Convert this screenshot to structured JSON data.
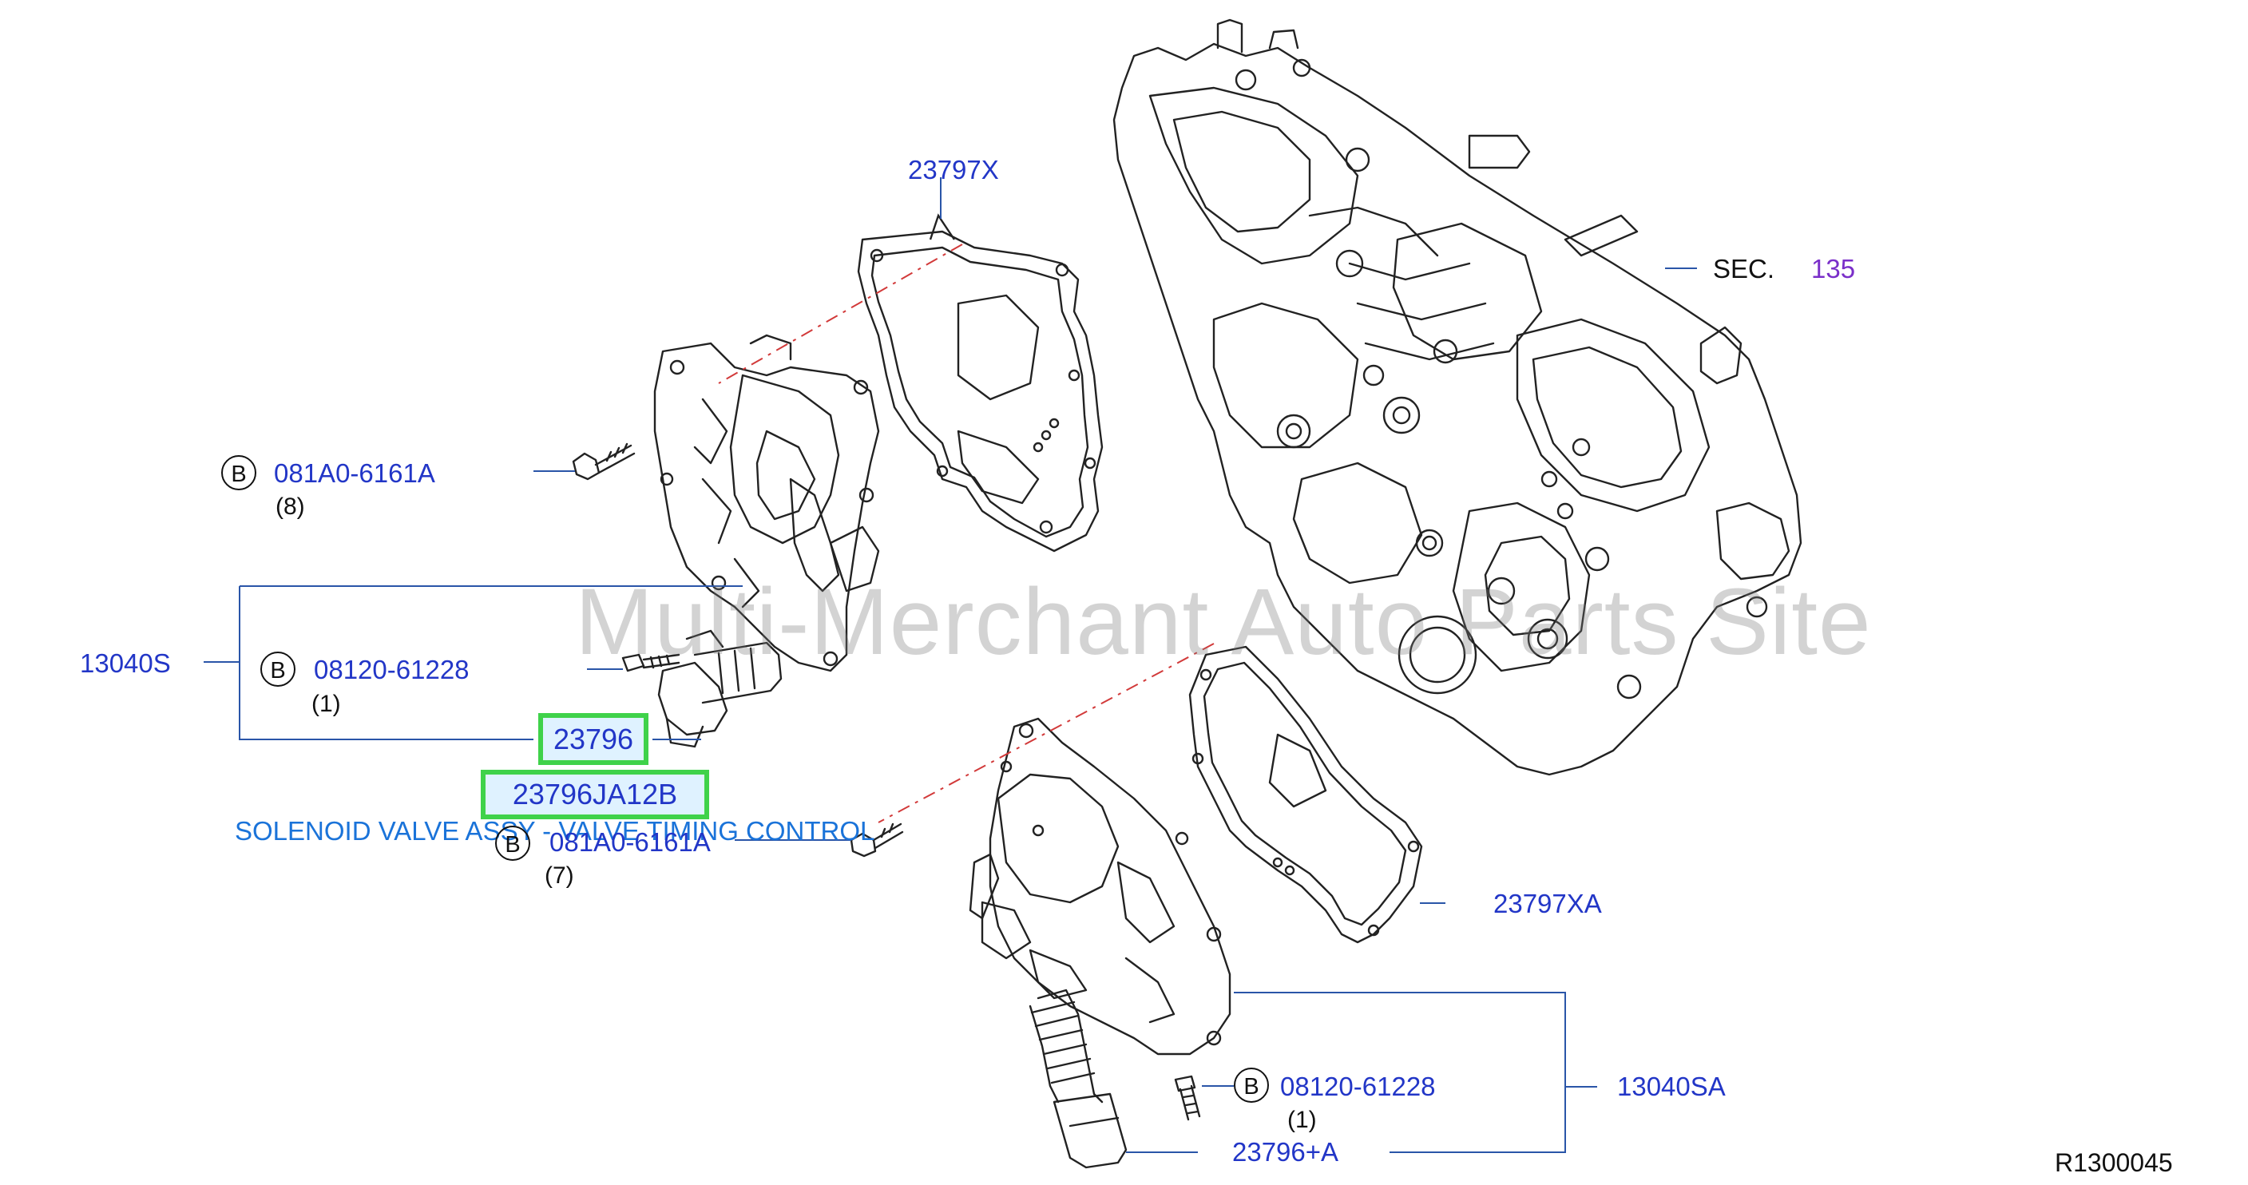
{
  "diagram": {
    "watermark": "Multi-Merchant Auto Parts Site",
    "ref_code": "R1300045",
    "labels": {
      "gasket_upper": "23797X",
      "section_prefix": "SEC.",
      "section_number": "135",
      "bolt_upper": "081A0-6161A",
      "bolt_upper_qty": "(8)",
      "assy_upper": "13040S",
      "bolt_mid": "08120-61228",
      "bolt_mid_qty": "(1)",
      "valve_upper": "23796",
      "part_number_selected": "23796JA12B",
      "part_description": "SOLENOID VALVE ASSY - VALVE TIMING CONTROL",
      "bolt_lower_left": "081A0-6161A",
      "bolt_lower_left_qty": "(7)",
      "gasket_lower": "23797XA",
      "bolt_lower": "08120-61228",
      "bolt_lower_qty": "(1)",
      "assy_lower": "13040SA",
      "valve_lower": "23796+A",
      "bolt_marker": "B"
    },
    "colors": {
      "part_label": "#2236c7",
      "section_link": "#7a2fc9",
      "description": "#1a73d9",
      "highlight_border": "#3fd24a",
      "highlight_fill": "#dff2ff",
      "leader": "#2a55a8",
      "phantom_line": "#d23a3a"
    }
  }
}
